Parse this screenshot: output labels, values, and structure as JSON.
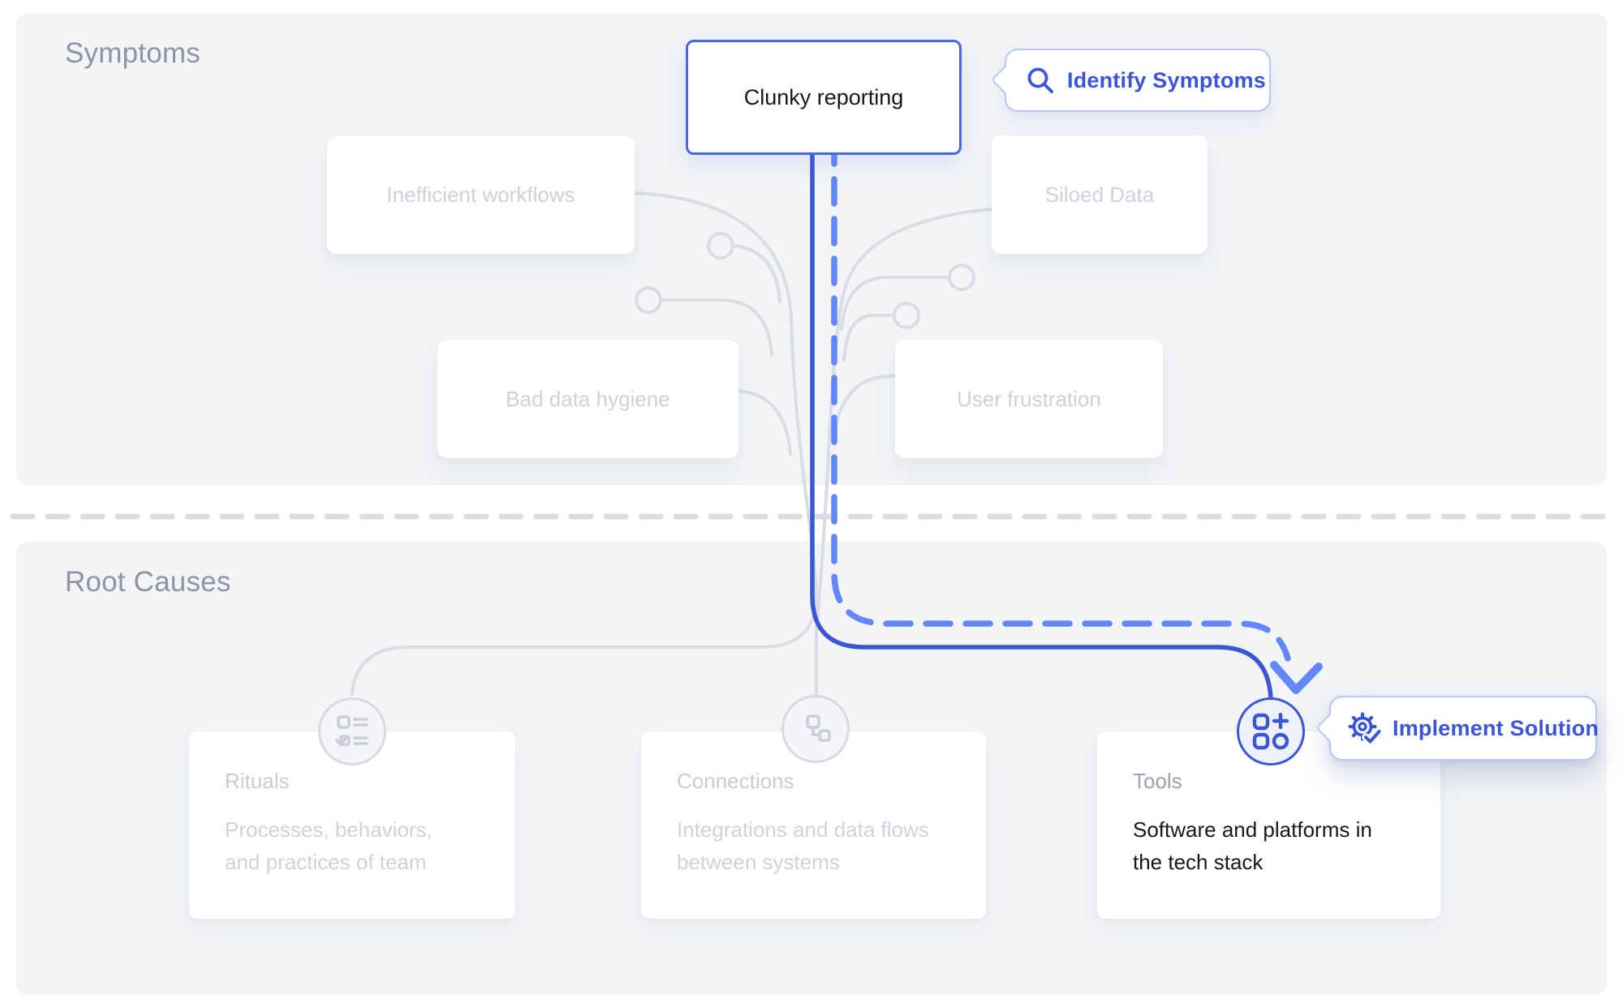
{
  "sections": {
    "symptoms": {
      "title": "Symptoms",
      "highlight_card": {
        "label": "Clunky reporting"
      },
      "faded_cards": [
        {
          "label": "Inefficient workflows"
        },
        {
          "label": "Siloed Data"
        },
        {
          "label": "Bad data hygiene"
        },
        {
          "label": "User frustration"
        }
      ]
    },
    "root_causes": {
      "title": "Root Causes",
      "cards": [
        {
          "title": "Rituals",
          "body": "Processes, behaviors, and practices of team",
          "state": "faded",
          "icon": "checklist-icon"
        },
        {
          "title": "Connections",
          "body": "Integrations and data flows between systems",
          "state": "faded",
          "icon": "linked-nodes-icon"
        },
        {
          "title": "Tools",
          "body": "Software and platforms in the tech stack",
          "state": "active",
          "icon": "apps-plus-icon"
        }
      ]
    }
  },
  "tooltips": {
    "identify": {
      "label": "Identify Symptoms",
      "icon": "search-icon"
    },
    "implement": {
      "label": "Implement Solution",
      "icon": "gear-check-icon"
    }
  },
  "colors": {
    "accent_blue": "#3b55d6",
    "solid_path_blue": "#3a56d4",
    "dashed_path_blue": "#6187f8",
    "card_border_blue": "#4468e6",
    "tooltip_border": "#b5c6f6",
    "wire_gray": "#d9dde3",
    "panel_bg": "#f2f4f6",
    "header_text": "#8c95a6",
    "faded_text": "#cbd2de",
    "dark_text": "#16181d"
  }
}
